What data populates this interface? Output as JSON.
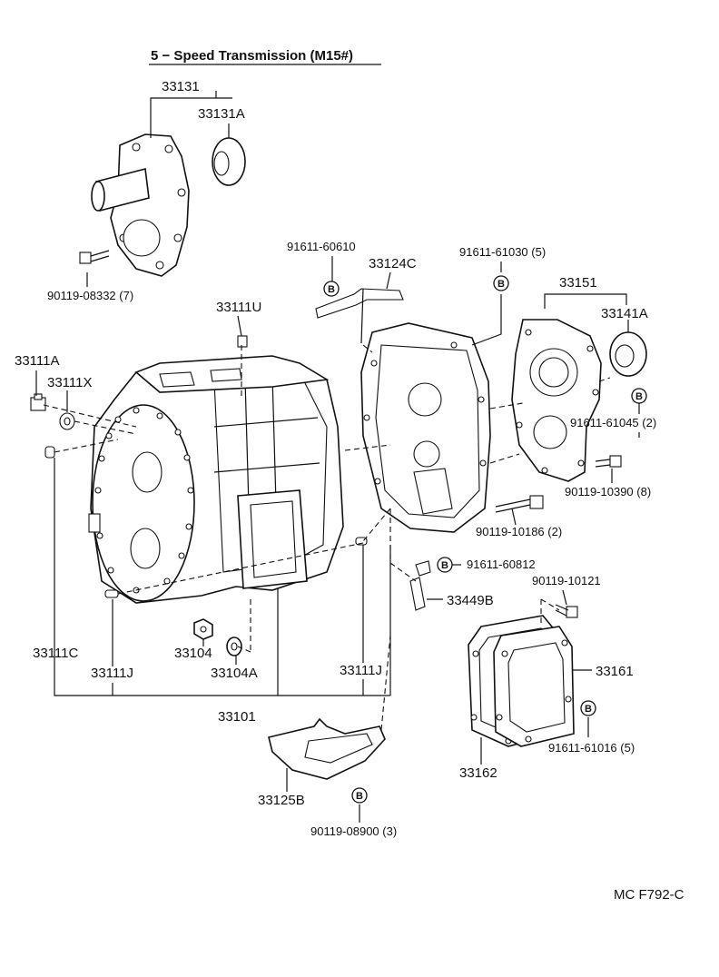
{
  "title": "5 − Speed Transmission (M15#)",
  "ref_code": "MC F792-C",
  "bolt_marker": "B",
  "labels": {
    "p33131": "33131",
    "p33131A": "33131A",
    "p90119_08332": "90119-08332 (7)",
    "p91611_60610": "91611-60610",
    "p33124C": "33124C",
    "p91611_61030": "91611-61030 (5)",
    "p33151": "33151",
    "p33141A": "33141A",
    "p33111U": "33111U",
    "p33111A": "33111A",
    "p33111X": "33111X",
    "p91611_61045": "91611-61045 (2)",
    "p90119_10390": "90119-10390 (8)",
    "p90119_10186": "90119-10186 (2)",
    "p91611_60812": "91611-60812",
    "p33449B": "33449B",
    "p90119_10121": "90119-10121",
    "p33111C": "33111C",
    "p33111J_left": "33111J",
    "p33104": "33104",
    "p33104A": "33104A",
    "p33111J_right": "33111J",
    "p33161": "33161",
    "p33101": "33101",
    "p91611_61016": "91611-61016 (5)",
    "p33162": "33162",
    "p33125B": "33125B",
    "p90119_08900": "90119-08900 (3)"
  }
}
